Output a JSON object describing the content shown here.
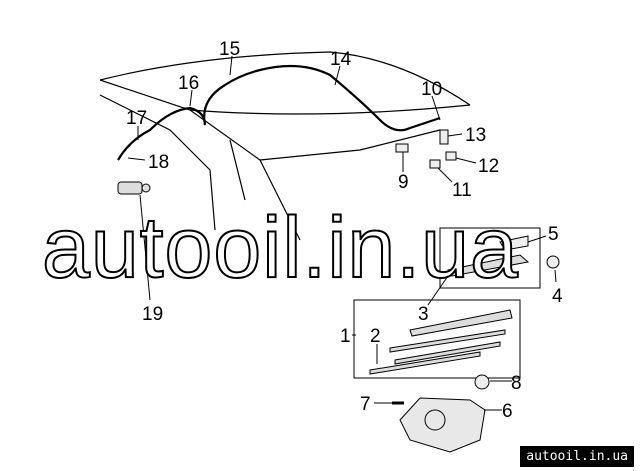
{
  "diagram": {
    "callouts": [
      "1",
      "2",
      "3",
      "4",
      "5",
      "6",
      "7",
      "8",
      "9",
      "10",
      "11",
      "12",
      "13",
      "14",
      "15",
      "16",
      "17",
      "18",
      "19"
    ]
  },
  "watermark": "autooil.in.ua",
  "badge": "autooil.in.ua"
}
